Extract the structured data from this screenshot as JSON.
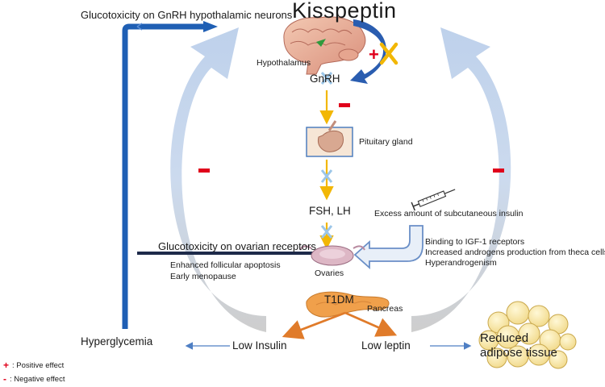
{
  "title": "Kisspeptin",
  "labels": {
    "glucotoxicity_gnrh": "Glucotoxicity on GnRH hypothalamic neurons",
    "hypothalamus": "Hypothalamus",
    "gnrh": "GnRH",
    "pituitary": "Pituitary gland",
    "fsh_lh": "FSH, LH",
    "excess_insulin": "Excess amount of subcutaneous insulin",
    "glucotoxicity_ovarian": "Glucotoxicity on ovarian receptors",
    "apoptosis": "Enhanced follicular apoptosis",
    "menopause": "Early menopause",
    "ovaries": "Ovaries",
    "igf_binding": "Binding to IGF-1 receptors",
    "androgens": "Increased androgens production from theca cells",
    "hyperandrogenism": "Hyperandrogenism",
    "t1dm": "T1DM",
    "pancreas": "Pancreas",
    "hyperglycemia": "Hyperglycemia",
    "low_insulin": "Low Insulin",
    "low_leptin": "Low leptin",
    "reduced_line1": "Reduced",
    "reduced_line2": "adipose tissue"
  },
  "legend": {
    "positive_symbol": "+",
    "positive_text": ": Positive effect",
    "negative_symbol": "-",
    "negative_text": ": Negative effect"
  },
  "colors": {
    "blue_dark": "#1f5fb4",
    "blue_light": "#b9cde8",
    "navy": "#1d2a4a",
    "gold": "#f2b705",
    "orange": "#e07b2a",
    "red": "#e0001b",
    "cross": "#9cc6e8"
  }
}
